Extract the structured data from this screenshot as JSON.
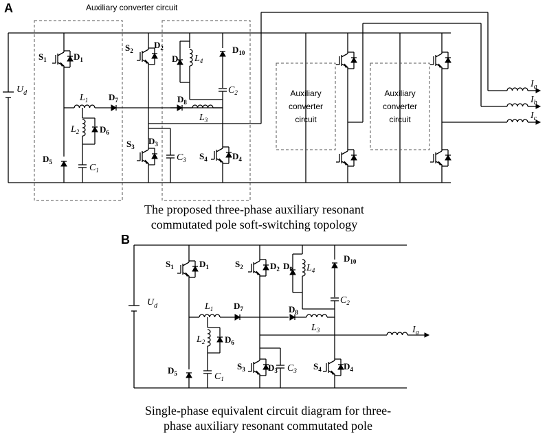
{
  "panel_a": {
    "letter": "A",
    "aux_label": "Auxiliary converter circuit",
    "source": "U",
    "source_sub": "d",
    "box_text": [
      "Auxiliary",
      "converter",
      "circuit"
    ],
    "outputs": [
      {
        "main": "I",
        "sub": "a"
      },
      {
        "main": "I",
        "sub": "b"
      },
      {
        "main": "I",
        "sub": "c"
      }
    ],
    "caption_line1": "The proposed three-phase auxiliary resonant",
    "caption_line2": "commutated pole soft-switching topology"
  },
  "panel_b": {
    "letter": "B",
    "source": "U",
    "source_sub": "d",
    "output": {
      "main": "I",
      "sub": "a"
    },
    "caption_line1": "Single-phase equivalent circuit diagram for three-",
    "caption_line2": "phase auxiliary resonant commutated pole"
  },
  "components": {
    "S1": {
      "m": "S",
      "s": "1"
    },
    "S2": {
      "m": "S",
      "s": "2"
    },
    "S3": {
      "m": "S",
      "s": "3"
    },
    "S4": {
      "m": "S",
      "s": "4"
    },
    "D1": {
      "m": "D",
      "s": "1"
    },
    "D2": {
      "m": "D",
      "s": "2"
    },
    "D3": {
      "m": "D",
      "s": "3"
    },
    "D4": {
      "m": "D",
      "s": "4"
    },
    "D5": {
      "m": "D",
      "s": "5"
    },
    "D6": {
      "m": "D",
      "s": "6"
    },
    "D7": {
      "m": "D",
      "s": "7"
    },
    "D8": {
      "m": "D",
      "s": "8"
    },
    "D9": {
      "m": "D",
      "s": "9"
    },
    "D10": {
      "m": "D",
      "s": "10"
    },
    "L1": {
      "m": "L",
      "s": "1"
    },
    "L2": {
      "m": "L",
      "s": "2"
    },
    "L3": {
      "m": "L",
      "s": "3"
    },
    "L4": {
      "m": "L",
      "s": "4"
    },
    "C1": {
      "m": "C",
      "s": "1"
    },
    "C2": {
      "m": "C",
      "s": "2"
    },
    "C3": {
      "m": "C",
      "s": "3"
    }
  }
}
